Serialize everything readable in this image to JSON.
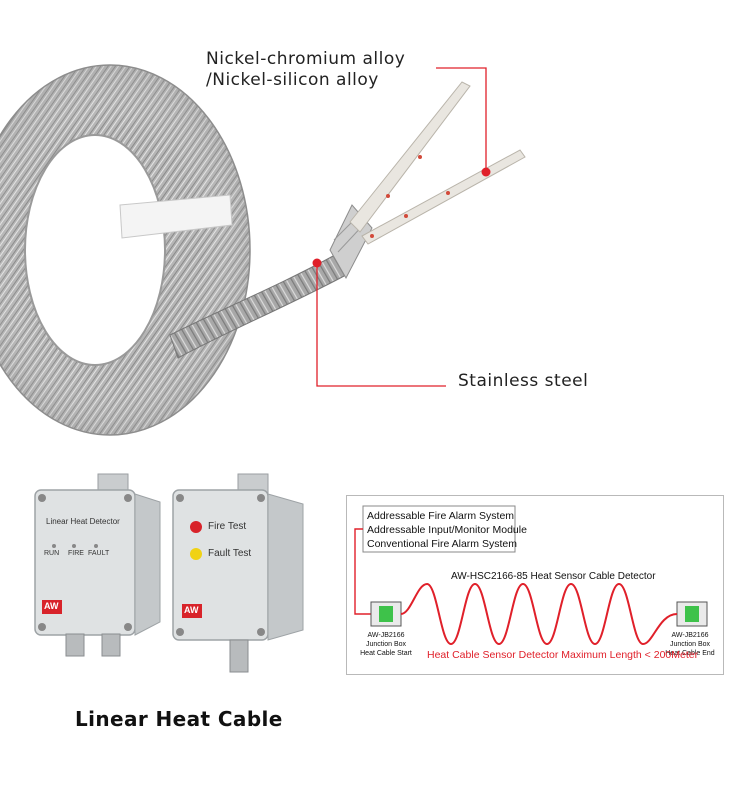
{
  "callouts": {
    "alloy_line1": "Nickel-chromium alloy",
    "alloy_line2": "/Nickel-silicon alloy",
    "steel": "Stainless steel"
  },
  "products": {
    "title": "Linear Heat Cable",
    "detector1": {
      "label": "Linear Heat Detector",
      "leds": [
        "RUN",
        "FIRE",
        "FAULT"
      ],
      "logo": "AW"
    },
    "detector2": {
      "buttons": [
        "Fire Test",
        "Fault Test"
      ],
      "logo": "AW"
    }
  },
  "diagram": {
    "systems": [
      "Addressable Fire Alarm System",
      "Addressable Input/Monitor Module",
      "Conventional Fire Alarm System"
    ],
    "title": "AW-HSC2166-85 Heat Sensor Cable Detector",
    "start_box": [
      "AW-JB2166",
      "Junction Box",
      "Heat Cable Start"
    ],
    "end_box": [
      "AW-JB2166",
      "Junction Box",
      "Heat Cable End"
    ],
    "max_length": "Heat Cable Sensor Detector Maximum Length < 200Meter"
  },
  "colors": {
    "callout_line": "#e0202a",
    "accent_red": "#e0202a",
    "junction_green": "#3ec24a"
  }
}
